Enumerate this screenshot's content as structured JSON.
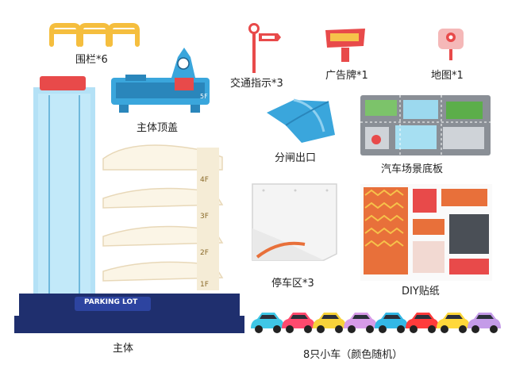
{
  "items": {
    "fence": {
      "label": "围栏*6",
      "color": "#f6c24a"
    },
    "top_cover": {
      "label": "主体顶盖",
      "color": "#3aa6dc"
    },
    "traffic_sign": {
      "label": "交通指示*3",
      "color": "#e84a4a"
    },
    "billboard": {
      "label": "广告牌*1",
      "color": "#e84a4a"
    },
    "map": {
      "label": "地图*1",
      "color": "#e84a4a"
    },
    "gate_exit": {
      "label": "分闸出口",
      "color": "#3aa6dc"
    },
    "scene_board": {
      "label": "汽车场景底板",
      "color": "#8a8f96"
    },
    "parking_area": {
      "label": "停车区*3",
      "color": "#f2f2f2"
    },
    "diy_stickers": {
      "label": "DIY贴纸",
      "color": "#e8703a"
    },
    "mini_cars": {
      "label": "8只小车（颜色随机）"
    },
    "main_body": {
      "label": "主体",
      "sign": "PARKING LOT",
      "color": "#1f2f6e"
    }
  },
  "floor_labels": [
    "4F",
    "3F",
    "2F",
    "1F"
  ],
  "car_colors": [
    "#3fc7e6",
    "#ff4a6e",
    "#f7d23a",
    "#d79be8",
    "#33b8e6",
    "#ff3b3b",
    "#ffd83a",
    "#c49be8"
  ]
}
